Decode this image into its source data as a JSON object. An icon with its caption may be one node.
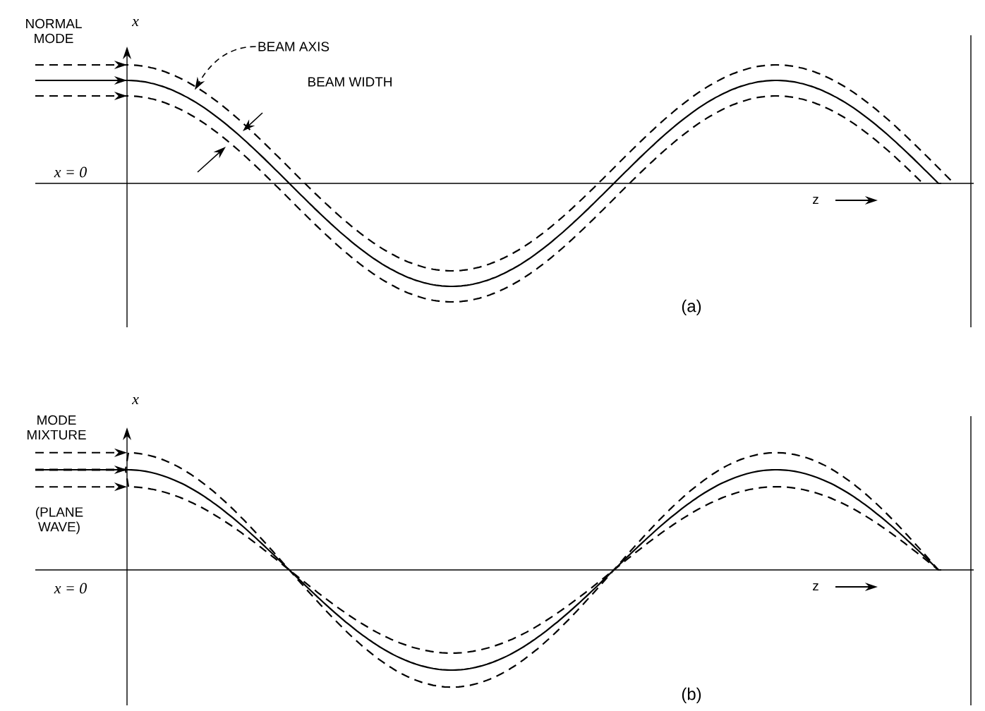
{
  "diagram": {
    "nodes": [
      {
        "text": [
          "BEAM AXIS"
        ]
      },
      {
        "text": [],
        "shape": "line"
      }
    ],
    "edges": [
      {
        "from": 0,
        "to": 1,
        "arrow": "to",
        "style": "dashed"
      }
    ],
    "labels": [
      "NORMAL MODE",
      "x",
      "BEAM WIDTH",
      "x = 0",
      "z",
      "(a)",
      "MODE MIXTURE",
      "x",
      "(PLANE WAVE)",
      "x = 0",
      "z",
      "(b)"
    ]
  }
}
